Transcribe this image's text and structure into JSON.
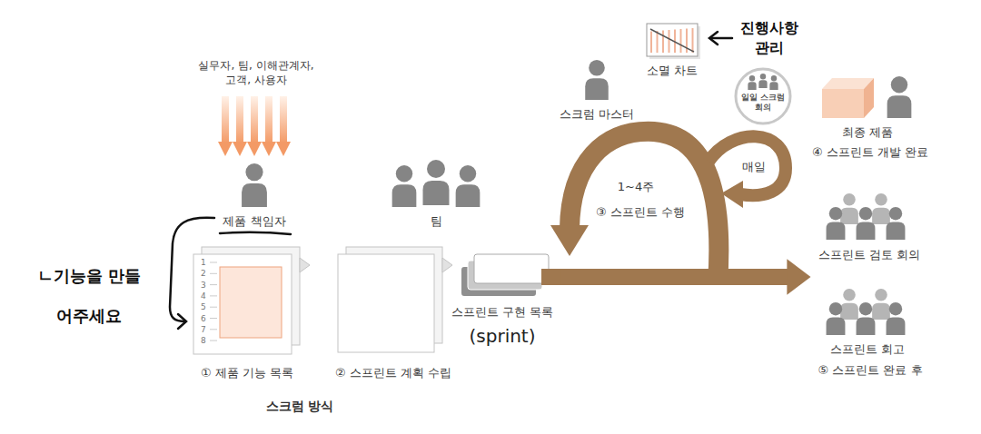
{
  "diagram": {
    "caption": "스크럼 방식",
    "nodes": [
      {
        "text": [
          "① 제품 기능 목록"
        ]
      },
      {
        "text": [
          "② 스프린트 계획 수립"
        ]
      },
      {
        "text": [
          "스프린트 구현 목록"
        ]
      },
      {
        "text": [
          "일일 스크럼 회의"
        ]
      },
      {
        "text": [
          "스프린트 검토 회의"
        ]
      }
    ],
    "edges": [
      {
        "from": 2,
        "to": 4,
        "arrow": "to"
      }
    ],
    "labels": [
      "실무자, 팀, 이해관계자, 고객, 사용자",
      "제품 책임자",
      "ㄴ기능을 만들어주세요",
      "1",
      "2",
      "3",
      "4",
      "5",
      "6",
      "7",
      "8",
      "팀",
      "(sprint)",
      "스크럼 마스터",
      "소멸 차트",
      "진행사항 관리",
      "매일",
      "1~4주",
      "③ 스프린트 수행",
      "최종 제품",
      "④ 스프린트 개발 완료",
      "스프린트 회고",
      "⑤ 스프린트 완료 후"
    ]
  }
}
